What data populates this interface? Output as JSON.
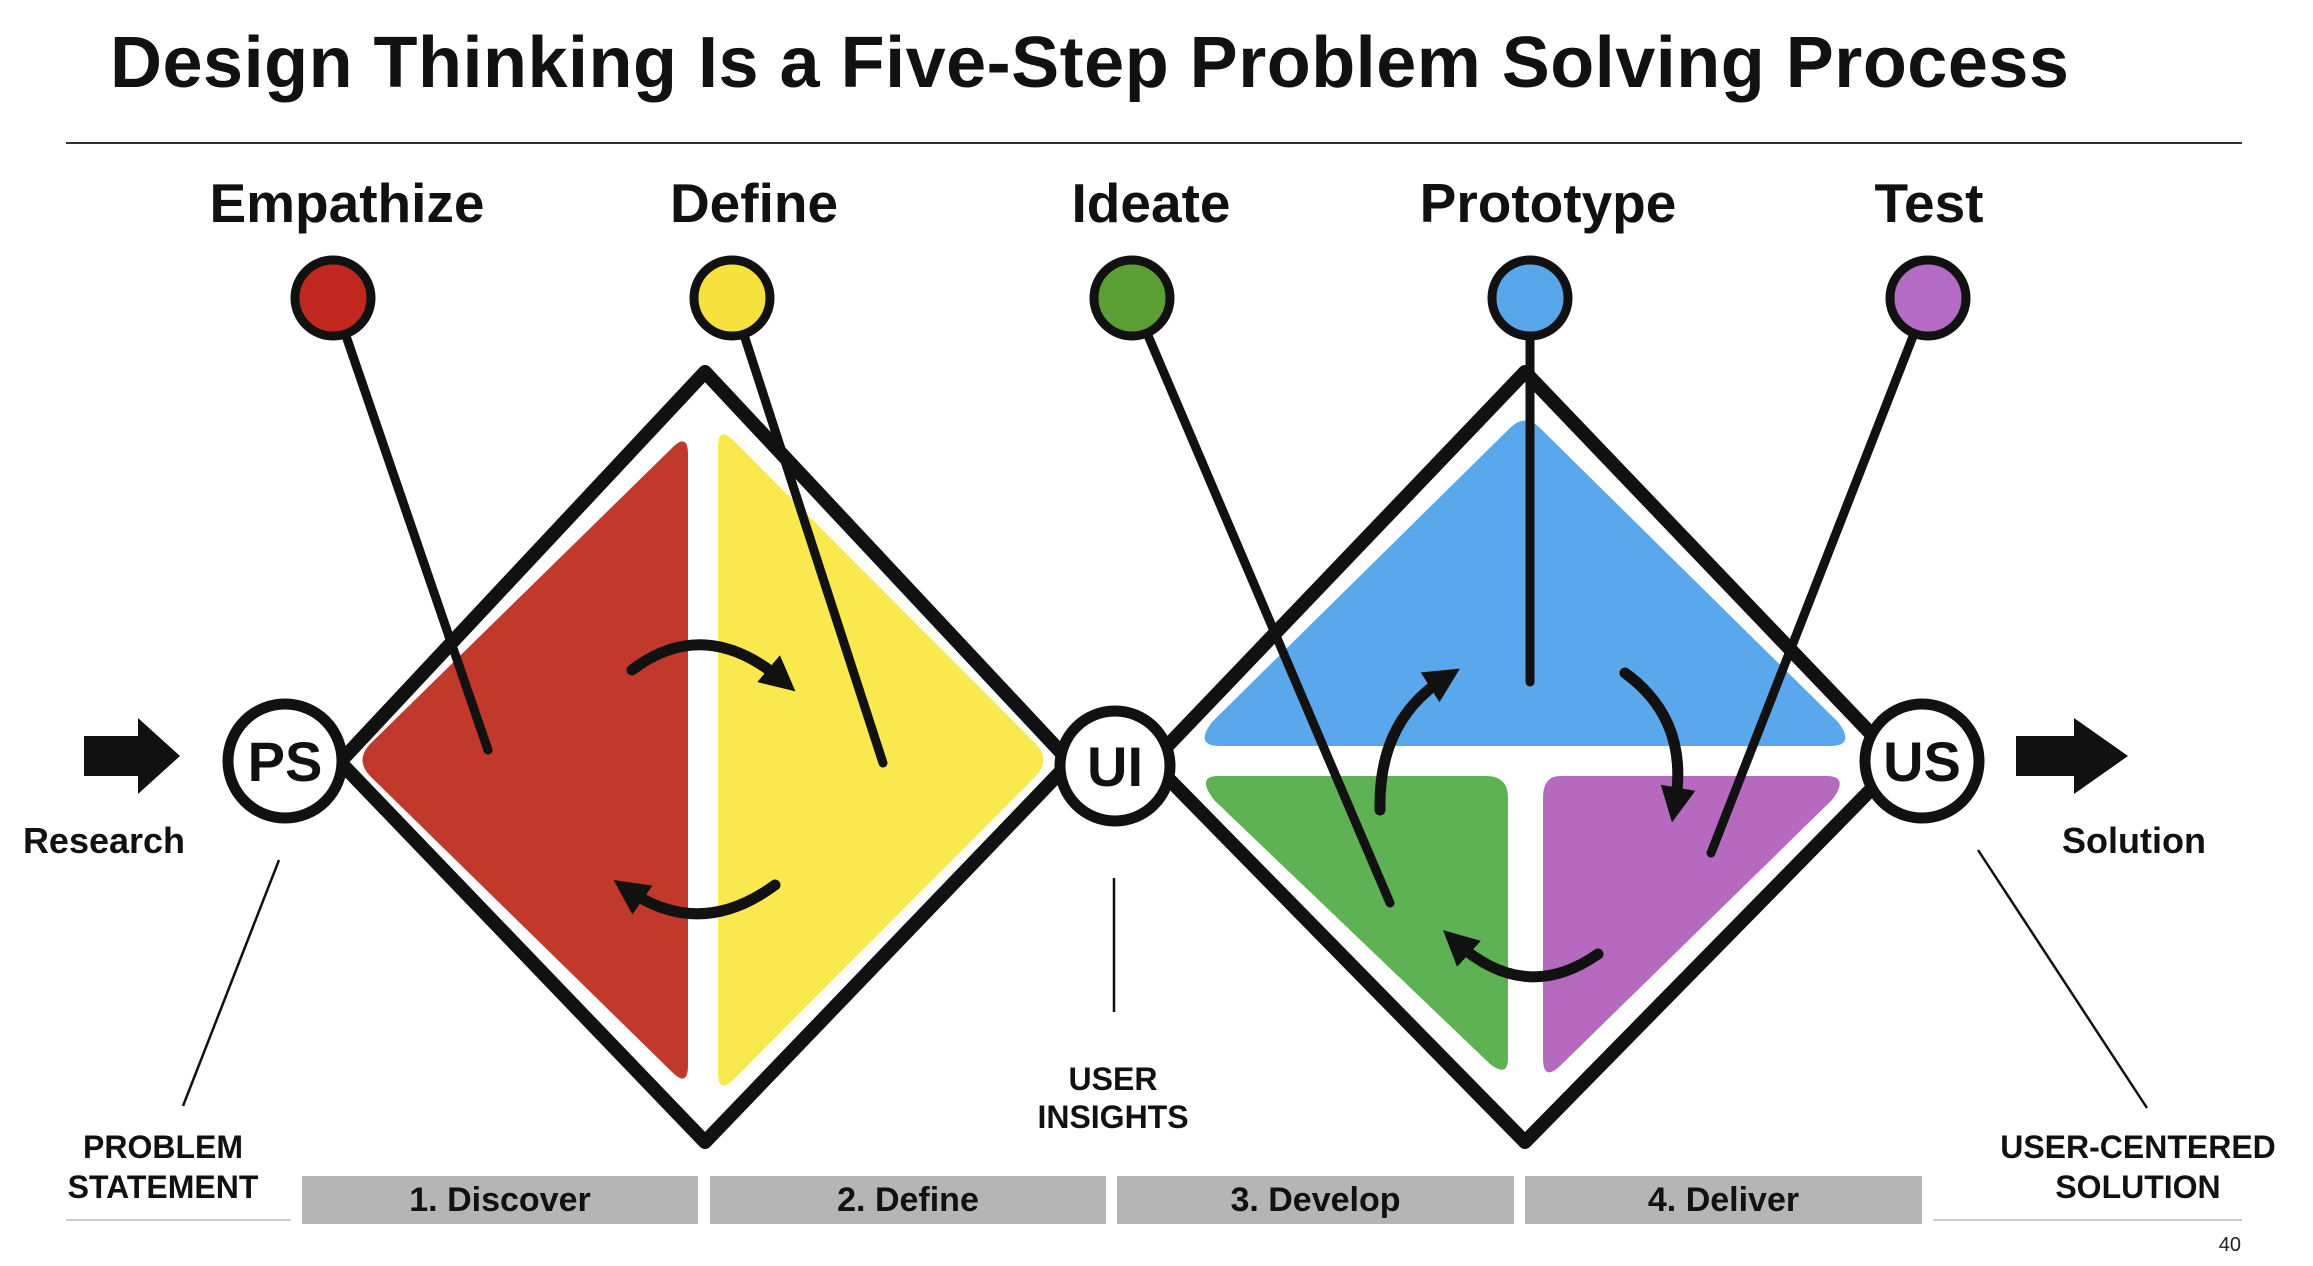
{
  "title": "Design Thinking Is a Five-Step Problem Solving Process",
  "stages": [
    {
      "label": "Empathize",
      "color": "#c0281f"
    },
    {
      "label": "Define",
      "color": "#f6e13d"
    },
    {
      "label": "Ideate",
      "color": "#5a9e34"
    },
    {
      "label": "Prototype",
      "color": "#58a6ea"
    },
    {
      "label": "Test",
      "color": "#b36bc3"
    }
  ],
  "quadrant_colors": {
    "red": "#c0392b",
    "yellow": "#f9e94f",
    "blue": "#5aa7ec",
    "green": "#5fb254",
    "purple": "#b56ac0"
  },
  "nodes": {
    "ps": "PS",
    "ui": "UI",
    "us": "US"
  },
  "input_label": "Research",
  "output_label": "Solution",
  "notes": {
    "problem_statement": [
      "PROBLEM",
      "STATEMENT"
    ],
    "user_insights": [
      "USER",
      "INSIGHTS"
    ],
    "user_centered_solution": [
      "USER-CENTERED",
      "SOLUTION"
    ]
  },
  "phases": [
    "1. Discover",
    "2. Define",
    "3. Develop",
    "4. Deliver"
  ],
  "page_number": "40"
}
